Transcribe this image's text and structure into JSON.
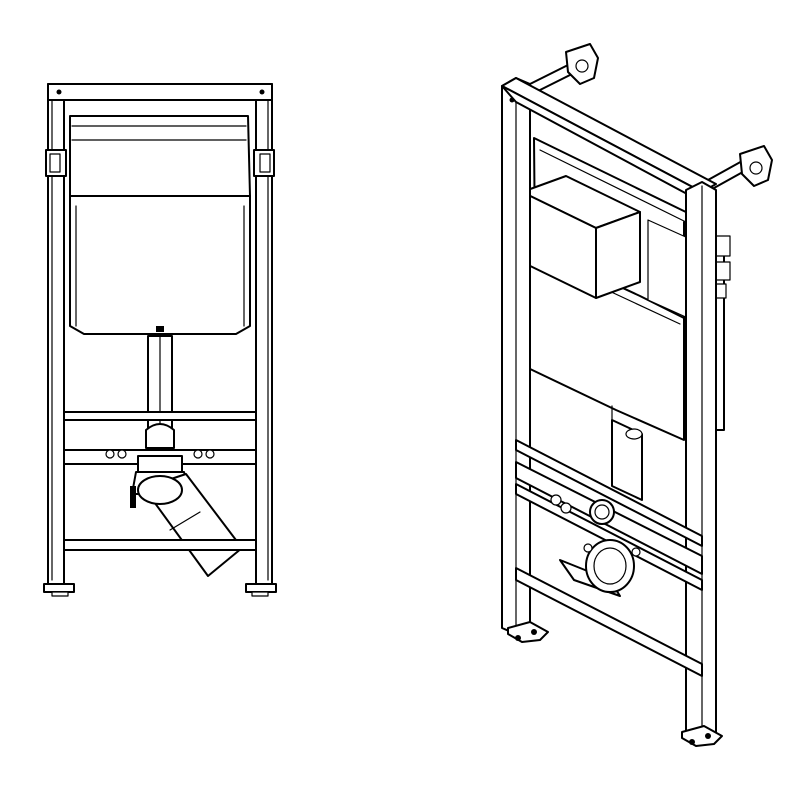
{
  "figure": {
    "views": [
      {
        "id": "front",
        "icon": "wc-installation-frame-front-view"
      },
      {
        "id": "iso",
        "icon": "wc-installation-frame-isometric-view"
      }
    ],
    "colors": {
      "line": "#000000",
      "fill": "#ffffff"
    }
  }
}
